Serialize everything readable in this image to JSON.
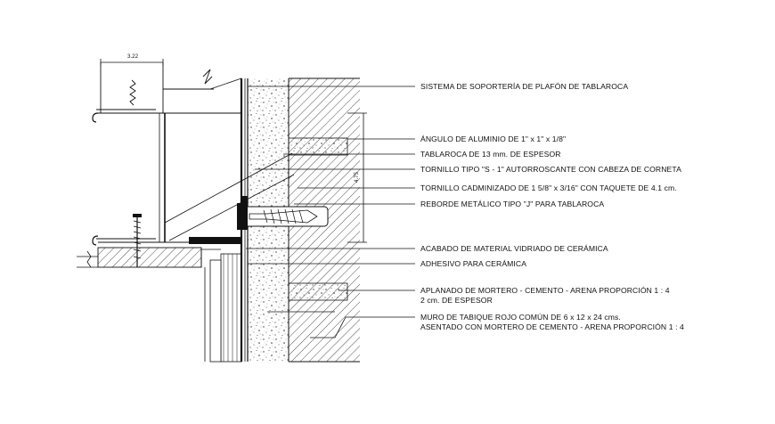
{
  "dimensions": {
    "top_width": "3.22",
    "side_height": "4.75"
  },
  "labels": [
    {
      "id": "soporteria",
      "text": "SISTEMA DE SOPORTERÍA DE PLAFÓN DE TABLAROCA"
    },
    {
      "id": "angulo",
      "text": "ÁNGULO DE ALUMINIO DE 1\" x 1\" x 1/8\""
    },
    {
      "id": "tablaroca",
      "text": "TABLAROCA DE 13 mm. DE ESPESOR"
    },
    {
      "id": "tornillo-s",
      "text": "TORNILLO TIPO \"S - 1\" AUTORROSCANTE CON CABEZA DE CORNETA"
    },
    {
      "id": "tornillo-cad",
      "text": "TORNILLO CADMINIZADO DE 1 5/8\" x 3/16\" CON TAQUETE DE 4.1 cm."
    },
    {
      "id": "reborde",
      "text": "REBORDE METÁLICO TIPO \"J\" PARA TABLAROCA"
    },
    {
      "id": "acabado",
      "text": "ACABADO DE MATERIAL VIDRIADO DE CERÁMICA"
    },
    {
      "id": "adhesivo",
      "text": "ADHESIVO PARA CERÁMICA"
    },
    {
      "id": "aplanado-1",
      "text": "APLANADO DE MORTERO - CEMENTO - ARENA PROPORCIÓN 1 : 4"
    },
    {
      "id": "aplanado-2",
      "text": "2 cm. DE ESPESOR"
    },
    {
      "id": "muro-1",
      "text": "MURO DE TABIQUE ROJO COMÚN DE 6 x 12 x 24 cms."
    },
    {
      "id": "muro-2",
      "text": "ASENTADO CON MORTERO DE CEMENTO - ARENA PROPORCIÓN 1 : 4"
    }
  ]
}
